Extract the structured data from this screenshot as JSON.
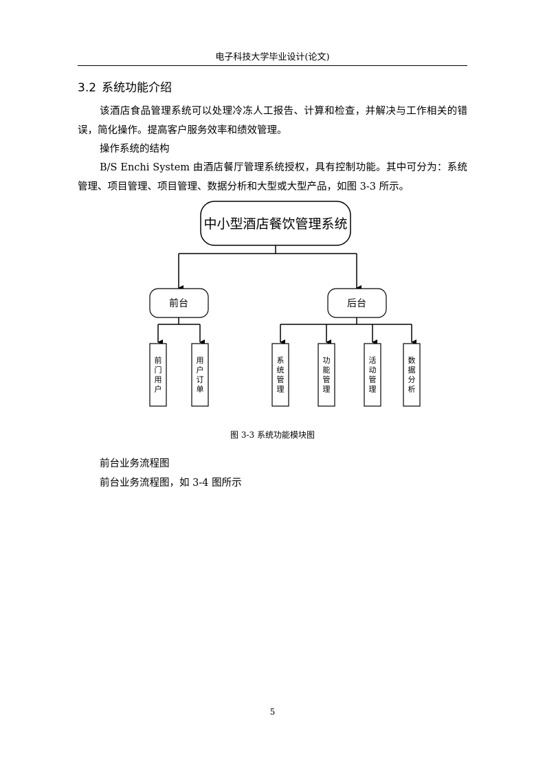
{
  "header": {
    "title": "电子科技大学毕业设计(论文)"
  },
  "section": {
    "number": "3.2",
    "title": "系统功能介绍"
  },
  "paragraphs": {
    "intro": "该酒店食品管理系统可以处理冷冻人工报告、计算和检查，并解决与工作相关的错误，简化操作。提高客户服务效率和绩效管理。",
    "structure_heading": "操作系统的结构",
    "bs_system": "B/S Enchi System 由酒店餐厅管理系统授权，具有控制功能。其中可分为：系统管理、项目管理、项目管理、数据分析和大型或大型产品，如图 3-3 所示。",
    "flow_heading": "前台业务流程图",
    "flow_ref": "前台业务流程图，如 3-4 图所示"
  },
  "diagram": {
    "root": "中小型酒店餐饮管理系统",
    "front": "前台",
    "back": "后台",
    "front_children": [
      "前门用户",
      "用户订单"
    ],
    "back_children": [
      "系统管理",
      "功能管理",
      "活动管理",
      "数据分析"
    ]
  },
  "figure": {
    "caption": "图 3-3  系统功能模块图"
  },
  "footer": {
    "page_number": "5"
  }
}
